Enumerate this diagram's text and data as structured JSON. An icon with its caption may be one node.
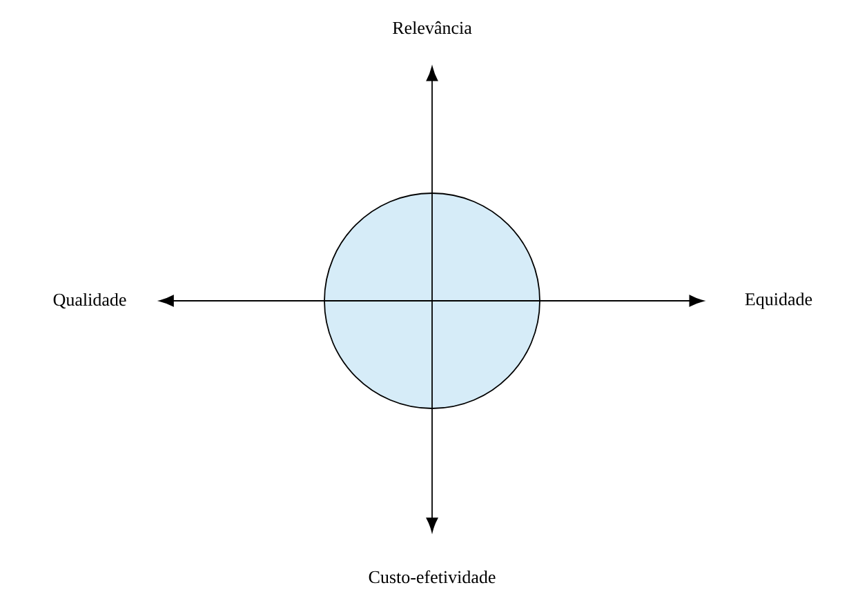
{
  "diagram": {
    "nodes": [
      {
        "text": [],
        "shape": "circle"
      },
      {
        "text": [
          "Relevância"
        ]
      },
      {
        "text": [
          "Equidade"
        ]
      },
      {
        "text": [
          "Custo-efetividade"
        ]
      },
      {
        "text": [
          "Qualidade"
        ]
      }
    ],
    "edges": [
      {
        "from": 0,
        "to": 1,
        "arrow": "to"
      },
      {
        "from": 0,
        "to": 2,
        "arrow": "to"
      },
      {
        "from": 0,
        "to": 3,
        "arrow": "to"
      },
      {
        "from": 0,
        "to": 4,
        "arrow": "to"
      }
    ]
  }
}
